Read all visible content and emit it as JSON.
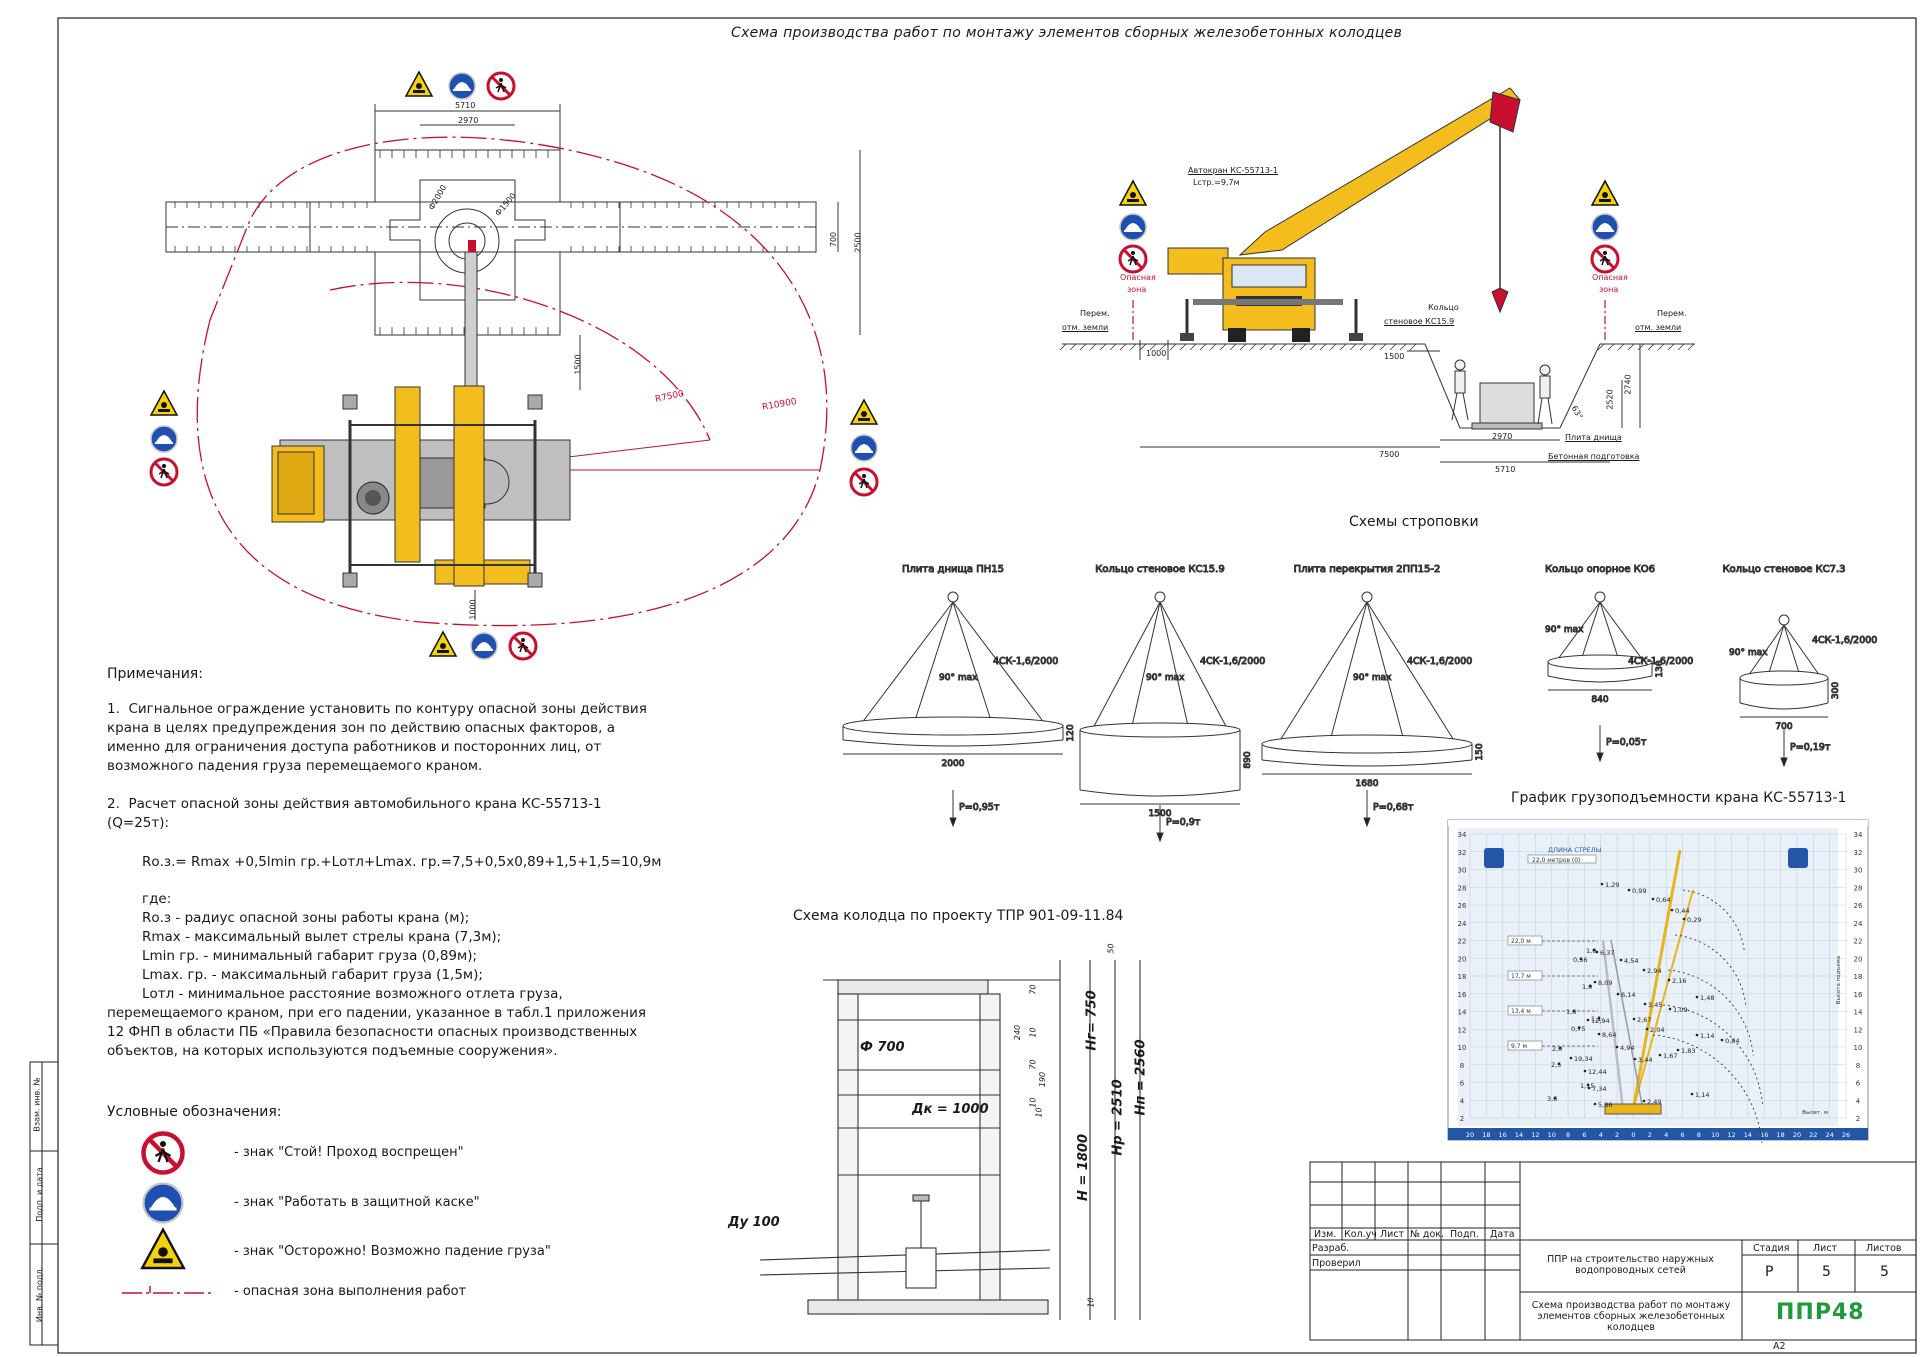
{
  "sheet_title": "Схема производства работ по монтажу элементов сборных железобетонных колодцев",
  "plan": {
    "dims": [
      "5710",
      "2970",
      "700",
      "2500",
      "1500",
      "1000"
    ],
    "circles": [
      "Ф2000",
      "Ф1500"
    ],
    "radii": [
      "R7500",
      "R10900"
    ]
  },
  "section": {
    "crane_label": "Автокран КС-55713-1",
    "boom_label": "Lстр.=9,7м",
    "ring_label_1": "Кольцо",
    "ring_label_2": "стеновое КС15.9",
    "ground_left_1": "Перем.",
    "ground_left_2": "отм. земли",
    "ground_right_1": "Перем.",
    "ground_right_2": "отм. земли",
    "danger_left_1": "Опасная",
    "danger_left_2": "зона",
    "danger_right_1": "Опасная",
    "danger_right_2": "зона",
    "dim_1000": "1000",
    "dim_1500": "1500",
    "dim_7500": "7500",
    "dim_2970": "2970",
    "dim_5710": "5710",
    "dim_2740": "2740",
    "dim_2520": "2520",
    "angle": "63°",
    "slab_label": "Плита днища",
    "base_label": "Бетонная подготовка"
  },
  "slinging": {
    "title": "Схемы строповки",
    "items": [
      {
        "name": "Плита днища ПН15",
        "sling": "4СК-1,6/2000",
        "angle": "90° max",
        "w": "2000",
        "h": "120",
        "p": "P=0,95т"
      },
      {
        "name": "Кольцо стеновое КС15.9",
        "sling": "4СК-1,6/2000",
        "angle": "90° max",
        "w": "1500",
        "h": "890",
        "p": "P=0,9т"
      },
      {
        "name": "Плита перекрытия 2ПП15-2",
        "sling": "4СК-1,6/2000",
        "angle": "90° max",
        "w": "1680",
        "h": "150",
        "p": "P=0,68т"
      },
      {
        "name": "Кольцо опорное КО6",
        "sling": "4СК-1,6/2000",
        "angle": "90° max",
        "w": "840",
        "h": "130",
        "p": "P=0,05т"
      },
      {
        "name": "Кольцо стеновое КС7.3",
        "sling": "4СК-1,6/2000",
        "angle": "90° max",
        "w": "700",
        "h": "300",
        "p": "P=0,19т"
      }
    ]
  },
  "notes": {
    "heading": "Примечания:",
    "n1": "1.  Сигнальное ограждение установить по контуру опасной зоны действия\nкрана в целях предупреждения зон по действию опасных факторов, а\nименно для ограничения доступа работников и посторонних лиц, от\nвозможного падения груза перемещаемого краном.",
    "n2": "2.  Расчет опасной зоны действия автомобильного крана КС-55713-1\n(Q=25т):",
    "formula": "Rо.з.= Rmax +0,5lmin гр.+Lотл+Lmax. гр.=7,5+0,5х0,89+1,5+1,5=10,9м",
    "where": "где:\nRо.з - радиус опасной зоны работы крана (м);\nRmax - максимальный вылет стрелы крана (7,3м);\nLmin гр. - минимальный габарит груза (0,89м);\nLmax. гр. - максимальный габарит груза (1,5м);\nLотл - минимальное расстояние возможного отлета груза,",
    "where_cont": "перемещаемого краном, при его падении, указанное в табл.1 приложения\n12 ФНП в области ПБ «Правила безопасности опасных производственных\nобъектов, на которых используются подъемные сооружения»."
  },
  "legend": {
    "heading": "Условные обозначения:",
    "items": [
      "- знак \"Стой! Проход воспрещен\"",
      "- знак \"Работать в защитной каске\"",
      "- знак \"Осторожно! Возможно падение груза\"",
      "- опасная зона выполнения работ"
    ]
  },
  "well": {
    "title": "Схема колодца по проекту ТПР 901-09-11.84",
    "labels": [
      "Ф 700",
      "Дк = 1000",
      "Ду 100",
      "Н = 1800",
      "Нг= 750",
      "Нр = 2510",
      "Нп = 2560",
      "240",
      "10",
      "70",
      "10",
      "190",
      "10",
      "50",
      "10",
      "70"
    ]
  },
  "load_chart": {
    "title": "График грузоподъемности крана КС-55713-1",
    "boom_header": "ДЛИНА СТРЕЛЫ",
    "boom_sub": "22,0 метров (0)",
    "boom_marks": [
      "22,0 м",
      "17,7 м",
      "13,4 м",
      "9,7 м"
    ],
    "y_ticks": [
      "34",
      "32",
      "30",
      "28",
      "26",
      "24",
      "22",
      "20",
      "18",
      "16",
      "14",
      "12",
      "10",
      "8",
      "6",
      "4",
      "2"
    ],
    "x_ticks": [
      "20",
      "18",
      "16",
      "14",
      "12",
      "10",
      "8",
      "6",
      "4",
      "2",
      "0",
      "2",
      "4",
      "6",
      "8",
      "10",
      "12",
      "14",
      "16",
      "18",
      "20",
      "22",
      "24",
      "26"
    ],
    "values_right": [
      "1,29",
      "0,99",
      "0,64",
      "0,44",
      "0,29",
      "6,37",
      "4,54",
      "2,94",
      "2,16",
      "1,48",
      "8,09",
      "6,14",
      "3,45",
      "1,09",
      "12,94",
      "2,67",
      "1,14",
      "2,04",
      "8,64",
      "19,34",
      "4,94",
      "1,83",
      "0,84",
      "12,44",
      "3,44",
      "1,67",
      "7,34",
      "2,49",
      "5,86",
      "1,14"
    ],
    "values_left": [
      "1,0",
      "0,56",
      "1,0",
      "0,75",
      "1,1",
      "1,6",
      "2,0",
      "1,15",
      "3,6",
      "2,5"
    ],
    "side_label": "Высота подъема",
    "bottom_label": "Вылет, м",
    "accent": "#2456a6",
    "bg": "#e9f0f8",
    "crane_color": "#e6b51d"
  },
  "title_block": {
    "headers": [
      "Изм.",
      "Кол.уч",
      "Лист",
      "№ док.",
      "Подп.",
      "Дата"
    ],
    "roles": [
      "Разраб.",
      "Проверил"
    ],
    "project": "ППР на строительство наружных водопроводных сетей",
    "sheet_name": "Схема производства работ по монтажу элементов сборных железобетонных колодцев",
    "stage_h": "Стадия",
    "sheet_h": "Лист",
    "sheets_h": "Листов",
    "stage": "Р",
    "sheet": "5",
    "sheets": "5",
    "logo": "ППР48",
    "format": "А2"
  },
  "side_stamp": [
    "Взам. инв. №",
    "Подп. и дата",
    "Инв. № подл."
  ],
  "colors": {
    "crane": "#f2bd1d",
    "danger": "#c8102e",
    "sign_blue": "#1f4fb0",
    "sign_yellow": "#f5d10a",
    "logo": "#1d9b3a"
  }
}
